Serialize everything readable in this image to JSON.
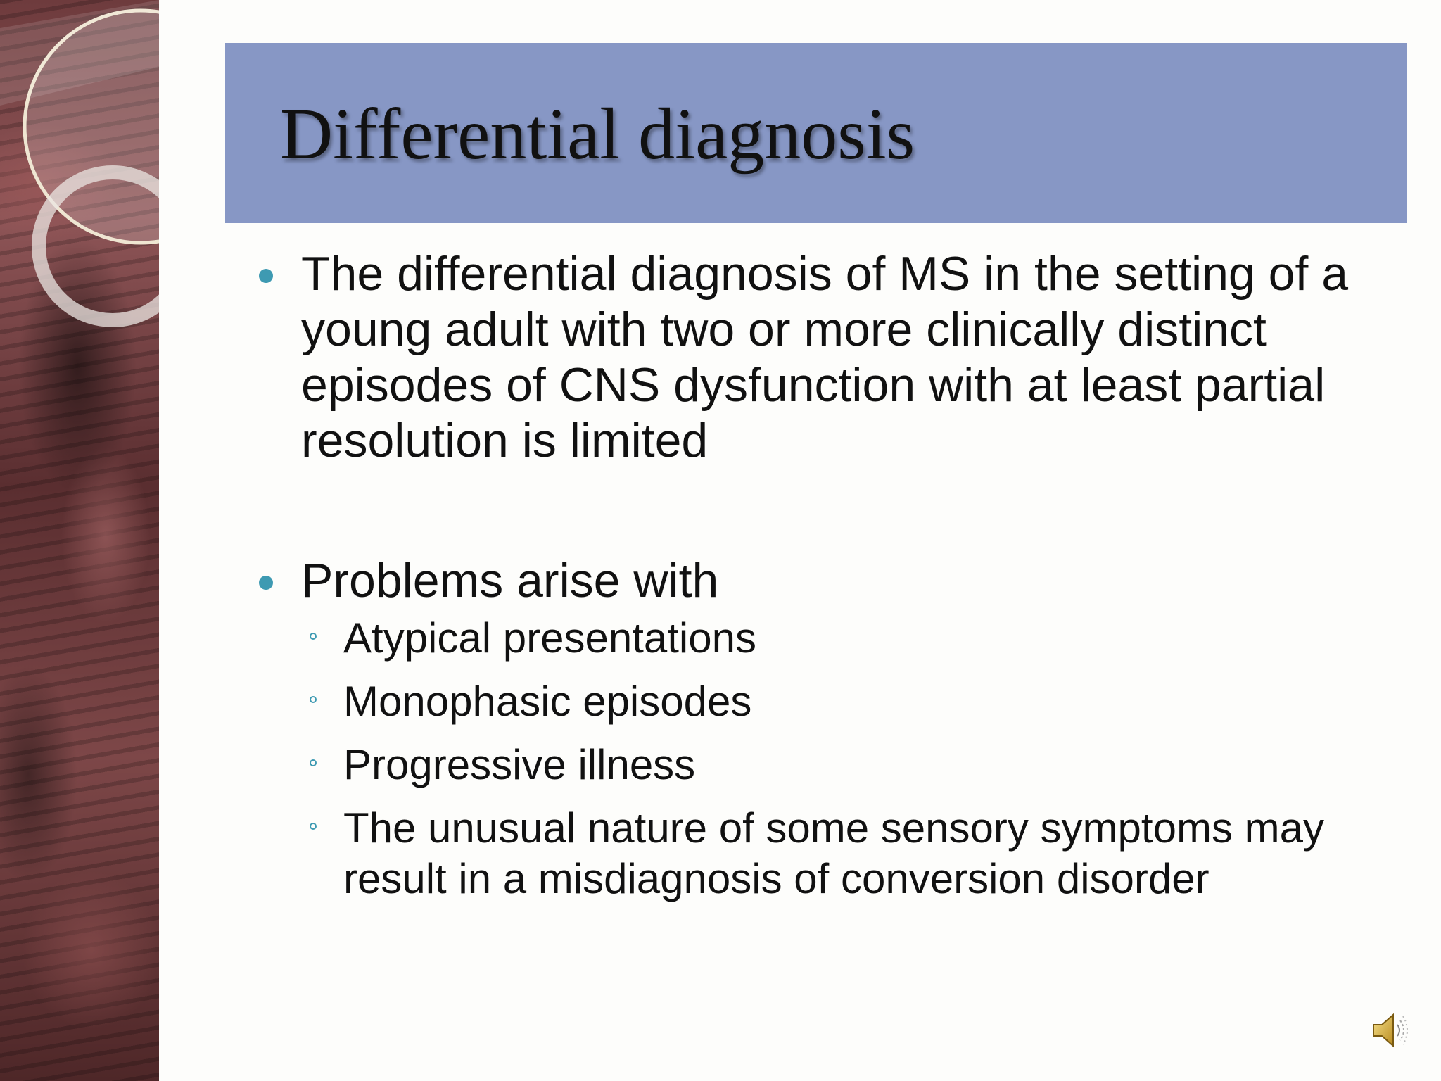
{
  "slide": {
    "title": "Differential diagnosis",
    "bullets": [
      {
        "text": "The differential diagnosis of MS in the setting of a young adult with two or more clinically distinct episodes of CNS dysfunction with at least partial resolution is limited"
      },
      {
        "text": "Problems arise with",
        "sub_items": [
          "Atypical presentations",
          "Monophasic episodes",
          "Progressive illness",
          "The unusual nature of some sensory symptoms may result in a misdiagnosis of conversion disorder"
        ]
      }
    ]
  },
  "icons": {
    "bullet": "filled-circle-bullet-icon",
    "sub_bullet": "hollow-circle-bullet-icon",
    "audio": "speaker-icon"
  },
  "colors": {
    "title_band": "#8797c5",
    "bullet": "#3e9ab2",
    "background": "#fdfdfb",
    "side_image_tone": "#7d4748"
  }
}
